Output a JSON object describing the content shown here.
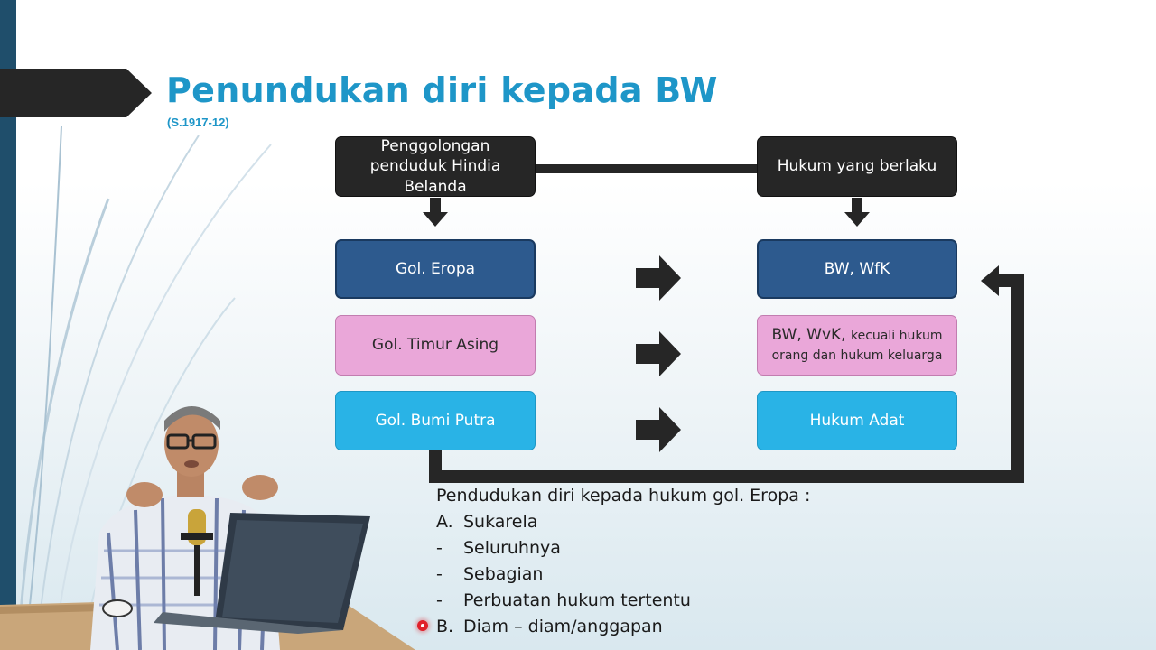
{
  "slide": {
    "title": "Penundukan diri kepada BW",
    "subtitle": "(S.1917-12)"
  },
  "diagram": {
    "left_header": "Penggolongan penduduk Hindia Belanda",
    "right_header": "Hukum yang berlaku",
    "groups": [
      {
        "label": "Gol. Eropa",
        "law": "BW, WfK"
      },
      {
        "label": "Gol. Timur Asing",
        "law_main": "BW, WvK,",
        "law_note": "kecuali hukum orang dan hukum keluarga"
      },
      {
        "label": "Gol. Bumi Putra",
        "law": "Hukum Adat"
      }
    ]
  },
  "content": {
    "question": "Pendudukan diri kepada hukum gol. Eropa :",
    "options": [
      {
        "marker": "A.",
        "text": "Sukarela"
      },
      {
        "marker": "-",
        "text": "Seluruhnya"
      },
      {
        "marker": "-",
        "text": "Sebagian"
      },
      {
        "marker": "-",
        "text": "Perbuatan hukum tertentu"
      },
      {
        "marker": "B.",
        "text": "Diam – diam/anggapan"
      }
    ]
  },
  "colors": {
    "title": "#1e96c8",
    "dark_box": "#262626",
    "navy_box": "#2d5a8e",
    "pink_box": "#eaa7d9",
    "cyan_box": "#29b3e6",
    "sidebar": "#1f4e6b",
    "pointer": "#e0202a"
  },
  "icons": [
    "title-arrow-shape",
    "down-arrow-icon",
    "right-arrow-icon",
    "return-arrow-icon",
    "laser-pointer-icon"
  ]
}
